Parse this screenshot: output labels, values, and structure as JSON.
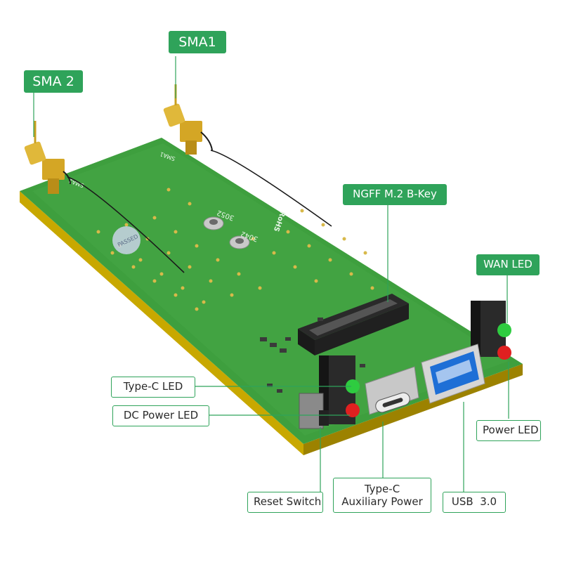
{
  "labels": {
    "sma1": "SMA1",
    "sma2": "SMA 2",
    "ngff": "NGFF M.2 B-Key",
    "wan_led": "WAN LED",
    "typec_led": "Type-C LED",
    "dc_power_led": "DC Power LED",
    "power_led": "Power LED",
    "reset_switch": "Reset Switch",
    "typec_aux_line1": "Type-C",
    "typec_aux_line2": "Auxiliary Power",
    "usb3": "USB  3.0"
  },
  "silkscreen": {
    "sma1": "SMA1",
    "sma2": "SMA2",
    "size_3052": "3052",
    "size_3042": "3042",
    "rohs": "RoHS",
    "passed": "PASSED"
  },
  "colors": {
    "accent_green": "#2fa35a",
    "pcb_green": "#3a9a3c",
    "pcb_edge_gold": "#c8a800",
    "led_green": "#2ecc40",
    "led_red": "#e02020",
    "usb_blue": "#1e6fd6"
  }
}
